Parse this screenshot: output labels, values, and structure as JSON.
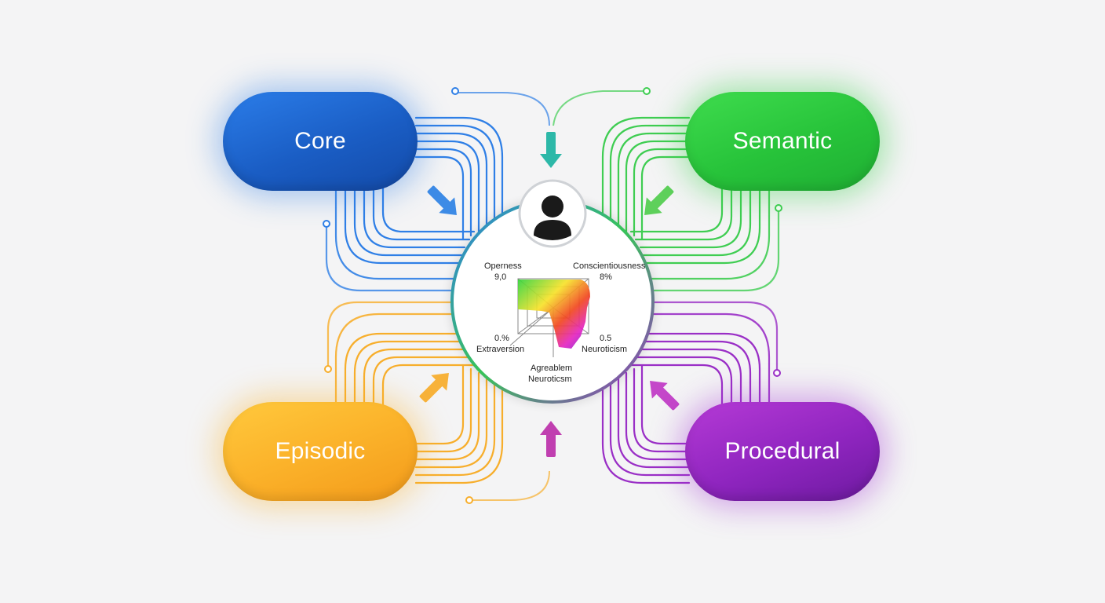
{
  "nodes": {
    "core": {
      "label": "Core",
      "color": "#1f68d3"
    },
    "semantic": {
      "label": "Semantic",
      "color": "#2cc63f"
    },
    "episodic": {
      "label": "Episodic",
      "color": "#f7a823"
    },
    "procedural": {
      "label": "Procedural",
      "color": "#8a22bb"
    }
  },
  "hub": {
    "avatar_icon": "user-avatar-icon",
    "traits": {
      "openness": {
        "label": "Operness",
        "value": "9,0"
      },
      "conscientiousness": {
        "label": "Conscientiousness",
        "value": "8%"
      },
      "extraversion": {
        "label": "Extraversion",
        "value": "0.%"
      },
      "neuroticism": {
        "label": "Neuroticism",
        "value": "0.5"
      },
      "agreeableness": {
        "label": "Agreablem"
      },
      "neuroticism_bottom": {
        "label": "Neuroticsm"
      }
    }
  },
  "arrows": {
    "top": {
      "icon": "arrow-down-icon",
      "color": "#2db8a8"
    },
    "bottom": {
      "icon": "arrow-up-icon",
      "color": "#c03fb0"
    },
    "core": {
      "icon": "arrow-down-right-icon",
      "color": "#3d8be6"
    },
    "semantic": {
      "icon": "arrow-down-left-icon",
      "color": "#5ed05b"
    },
    "episodic": {
      "icon": "arrow-up-right-icon",
      "color": "#f7b23a"
    },
    "procedural": {
      "icon": "arrow-up-left-icon",
      "color": "#c447c9"
    }
  }
}
